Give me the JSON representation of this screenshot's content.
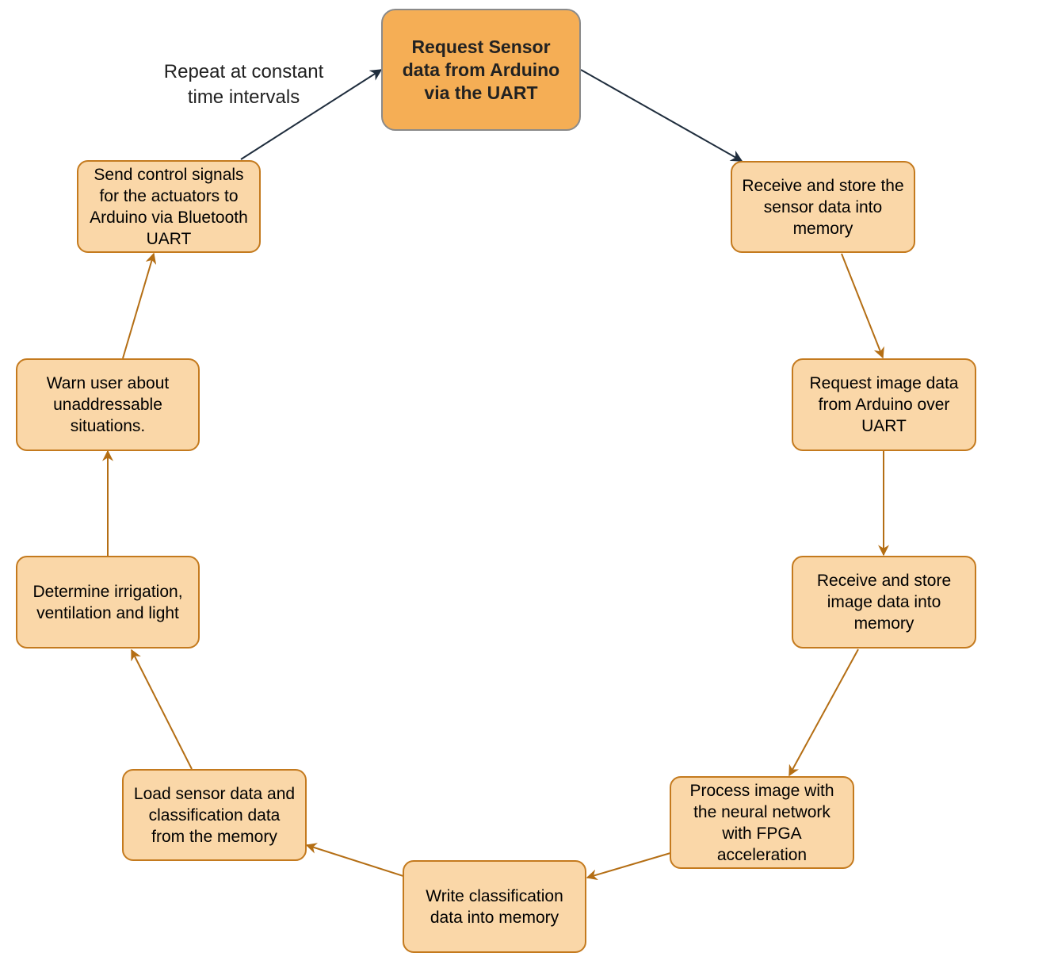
{
  "diagram": {
    "nodes": [
      {
        "id": "start",
        "text": "Request Sensor\ndata from Arduino\nvia the UART"
      },
      {
        "id": "receive_sensor",
        "text": "Receive and store the\nsensor data into\nmemory"
      },
      {
        "id": "request_image",
        "text": "Request image data\nfrom Arduino over\nUART"
      },
      {
        "id": "receive_image",
        "text": "Receive and store\nimage data into\nmemory"
      },
      {
        "id": "process_image",
        "text": "Process image with\nthe neural network\nwith FPGA\nacceleration"
      },
      {
        "id": "write_class",
        "text": "Write classification\ndata into memory"
      },
      {
        "id": "load_data",
        "text": "Load sensor data and\nclassification data\nfrom the memory"
      },
      {
        "id": "determine",
        "text": "Determine irrigation,\nventilation and light"
      },
      {
        "id": "warn",
        "text": "Warn user about\nunaddressable\nsituations."
      },
      {
        "id": "send_control",
        "text": "Send control signals\nfor the actuators to\nArduino via Bluetooth\nUART"
      }
    ],
    "edges": [
      {
        "from": "start",
        "to": "receive_sensor"
      },
      {
        "from": "receive_sensor",
        "to": "request_image"
      },
      {
        "from": "request_image",
        "to": "receive_image"
      },
      {
        "from": "receive_image",
        "to": "process_image"
      },
      {
        "from": "process_image",
        "to": "write_class"
      },
      {
        "from": "write_class",
        "to": "load_data"
      },
      {
        "from": "load_data",
        "to": "determine"
      },
      {
        "from": "determine",
        "to": "warn"
      },
      {
        "from": "warn",
        "to": "send_control"
      },
      {
        "from": "send_control",
        "to": "start",
        "label": "Repeat at constant\ntime intervals"
      }
    ]
  },
  "colors": {
    "node_fill": "#fad7a8",
    "node_stroke": "#c47a1e",
    "start_fill": "#f5ae55",
    "start_stroke": "#8a8a8a",
    "arrow_orange": "#b46e14",
    "arrow_dark": "#1f2d3d"
  }
}
